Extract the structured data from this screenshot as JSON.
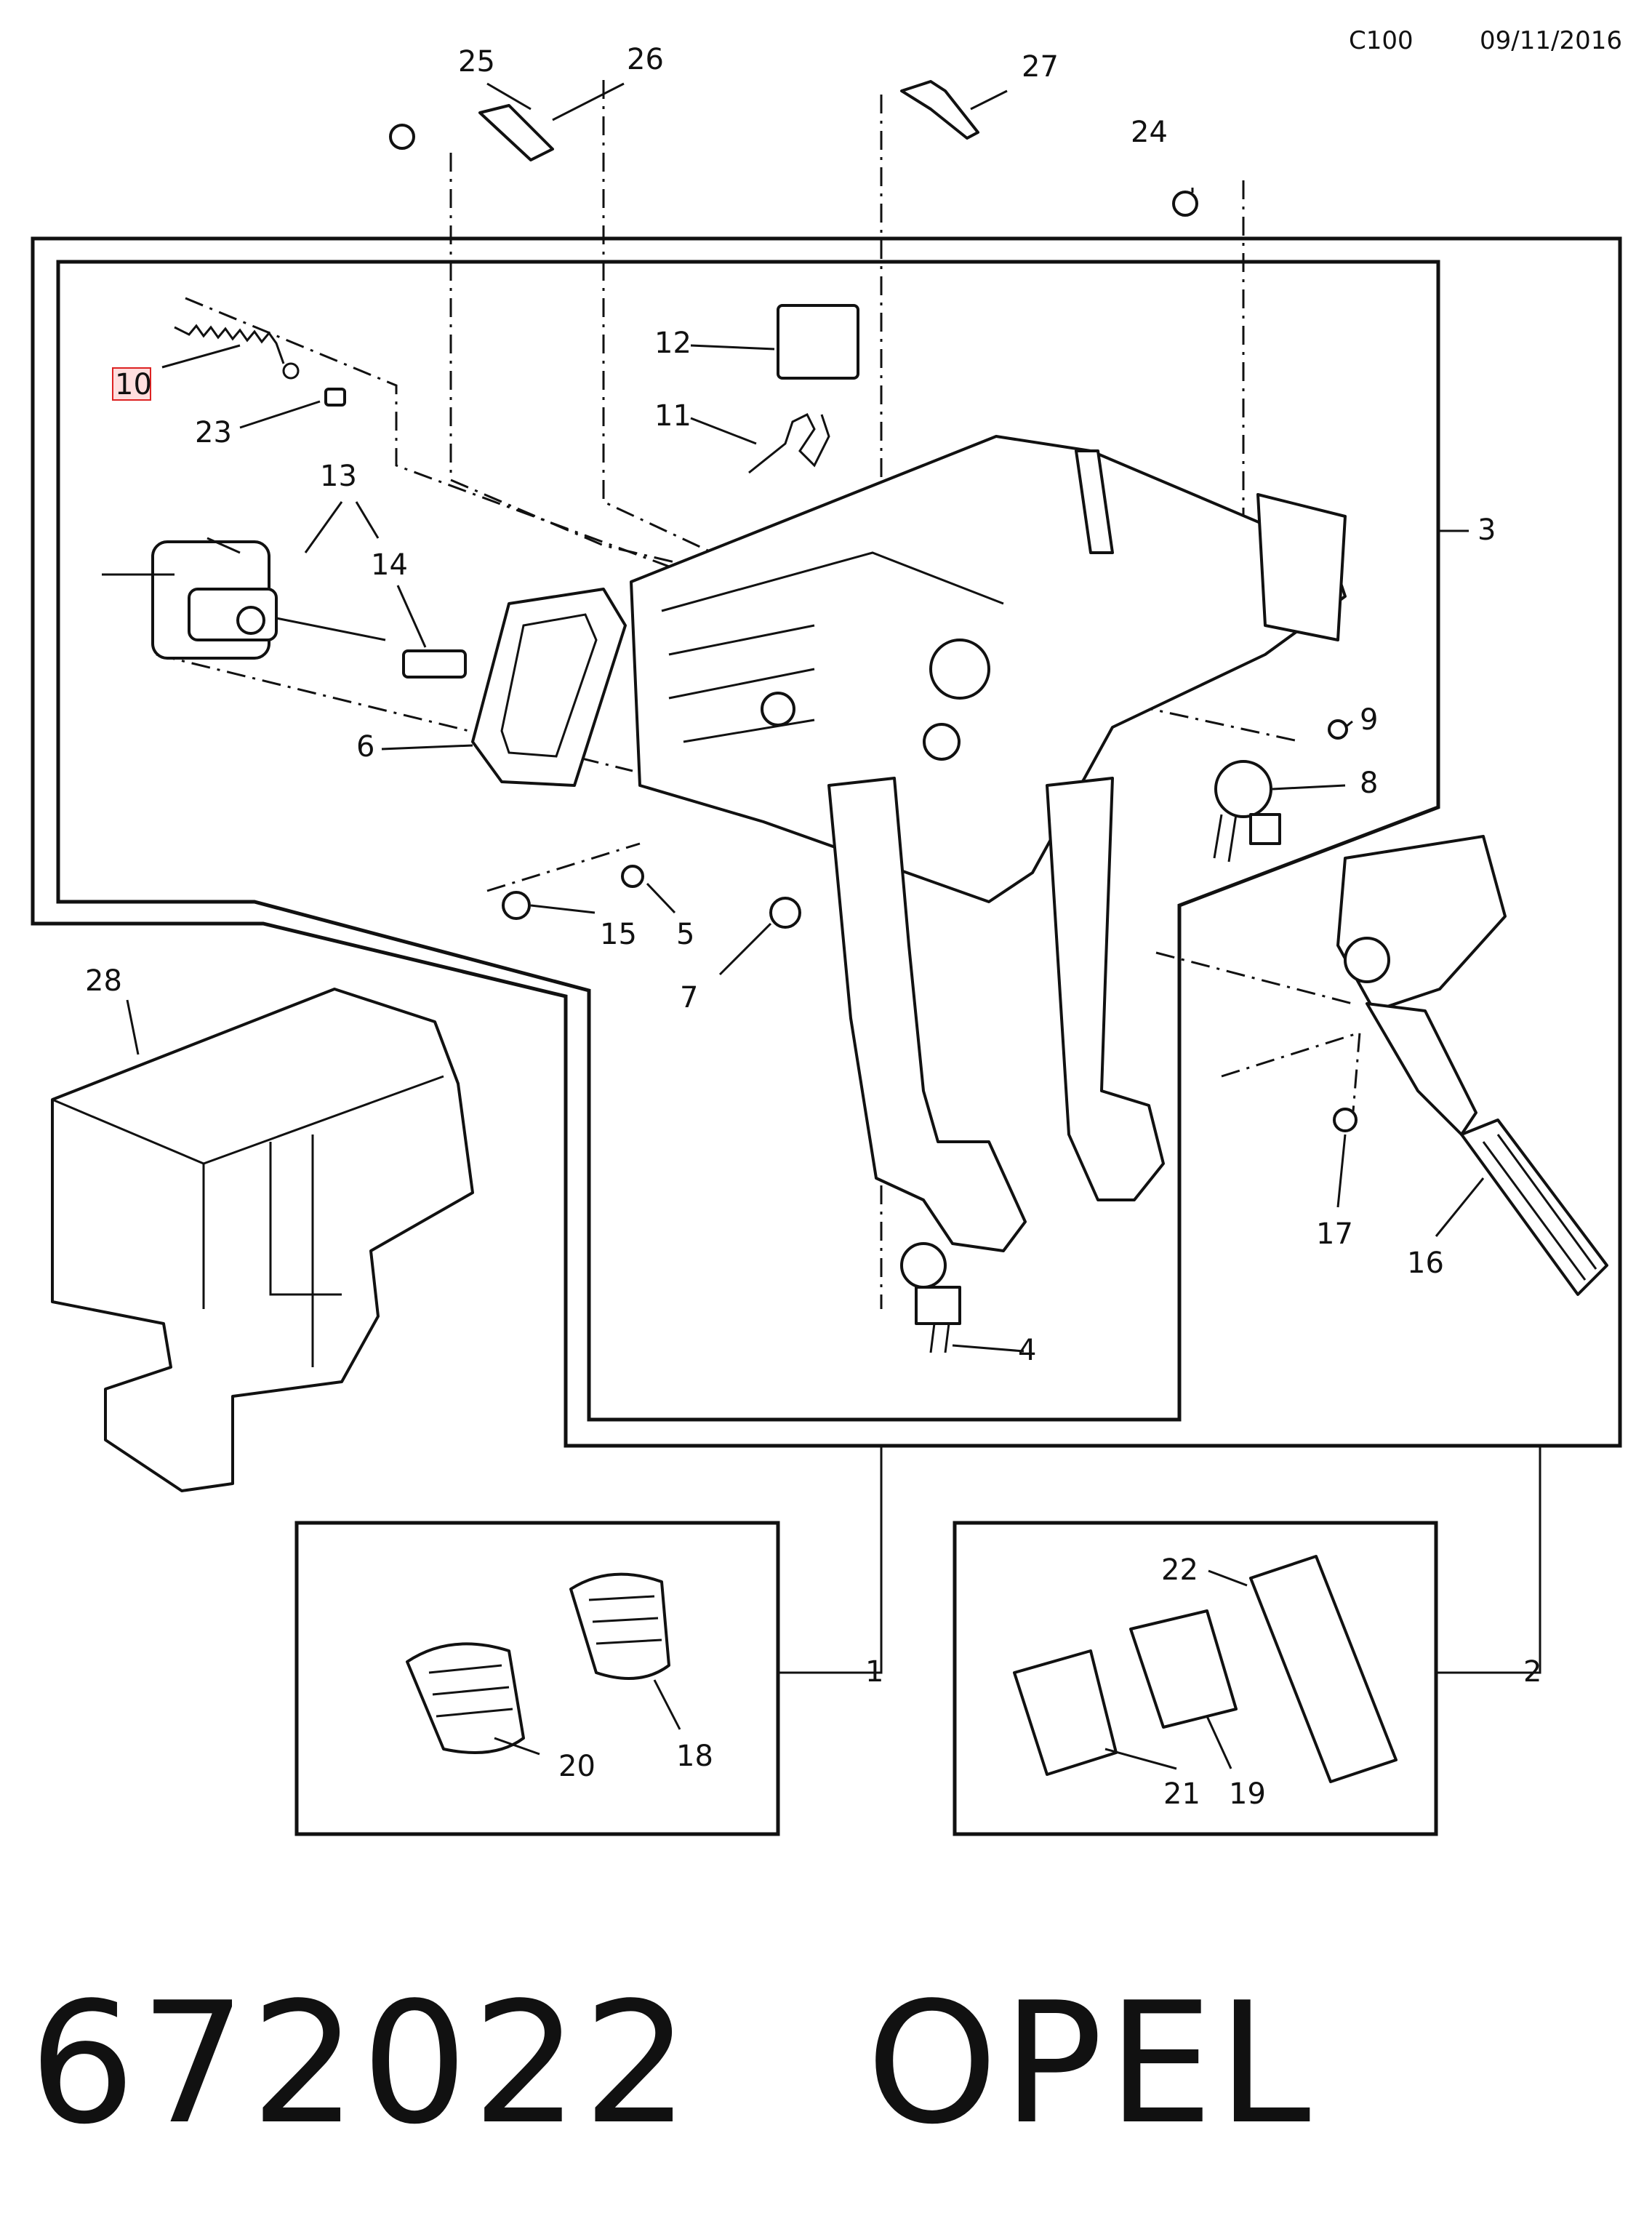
{
  "header": {
    "code": "C100",
    "date": "09/11/2016"
  },
  "callouts": {
    "c1": "1",
    "c2": "2",
    "c3": "3",
    "c4": "4",
    "c5": "5",
    "c6": "6",
    "c7": "7",
    "c8": "8",
    "c9": "9",
    "c10": "10",
    "c11": "11",
    "c12": "12",
    "c13": "13",
    "c14": "14",
    "c15": "15",
    "c16": "16",
    "c17": "17",
    "c18": "18",
    "c19": "19",
    "c20": "20",
    "c21": "21",
    "c22": "22",
    "c23": "23",
    "c24": "24",
    "c25": "25",
    "c26": "26",
    "c27": "27",
    "c28": "28"
  },
  "highlighted_callout": "10",
  "footer": {
    "part_number": "672022",
    "brand": "OPEL"
  }
}
